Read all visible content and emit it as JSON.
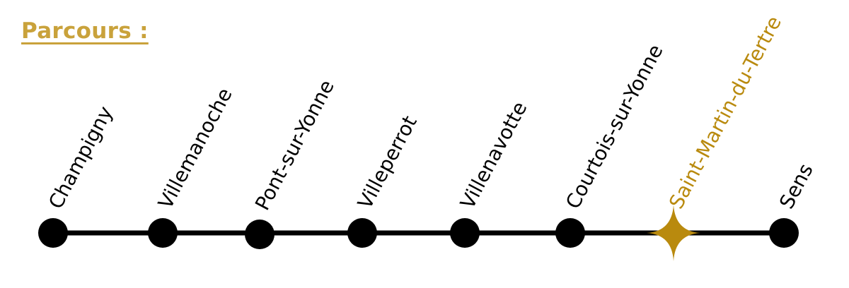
{
  "title": "Parcours :",
  "colors": {
    "accent": "#C9A23B",
    "highlight": "#B98A0E",
    "line": "#000000",
    "stop": "#000000"
  },
  "stops": [
    {
      "name": "Champigny",
      "marker": "dot-icon",
      "highlighted": false
    },
    {
      "name": "Villemanoche",
      "marker": "dot-icon",
      "highlighted": false
    },
    {
      "name": "Pont-sur-Yonne",
      "marker": "dot-icon",
      "highlighted": false
    },
    {
      "name": "Villeperrot",
      "marker": "dot-icon",
      "highlighted": false
    },
    {
      "name": "Villenavotte",
      "marker": "dot-icon",
      "highlighted": false
    },
    {
      "name": "Courtois-sur-Yonne",
      "marker": "dot-icon",
      "highlighted": false
    },
    {
      "name": "Saint-Martin-du-Tertre",
      "marker": "star-icon",
      "highlighted": true
    },
    {
      "name": "Sens",
      "marker": "dot-icon",
      "highlighted": false
    }
  ]
}
